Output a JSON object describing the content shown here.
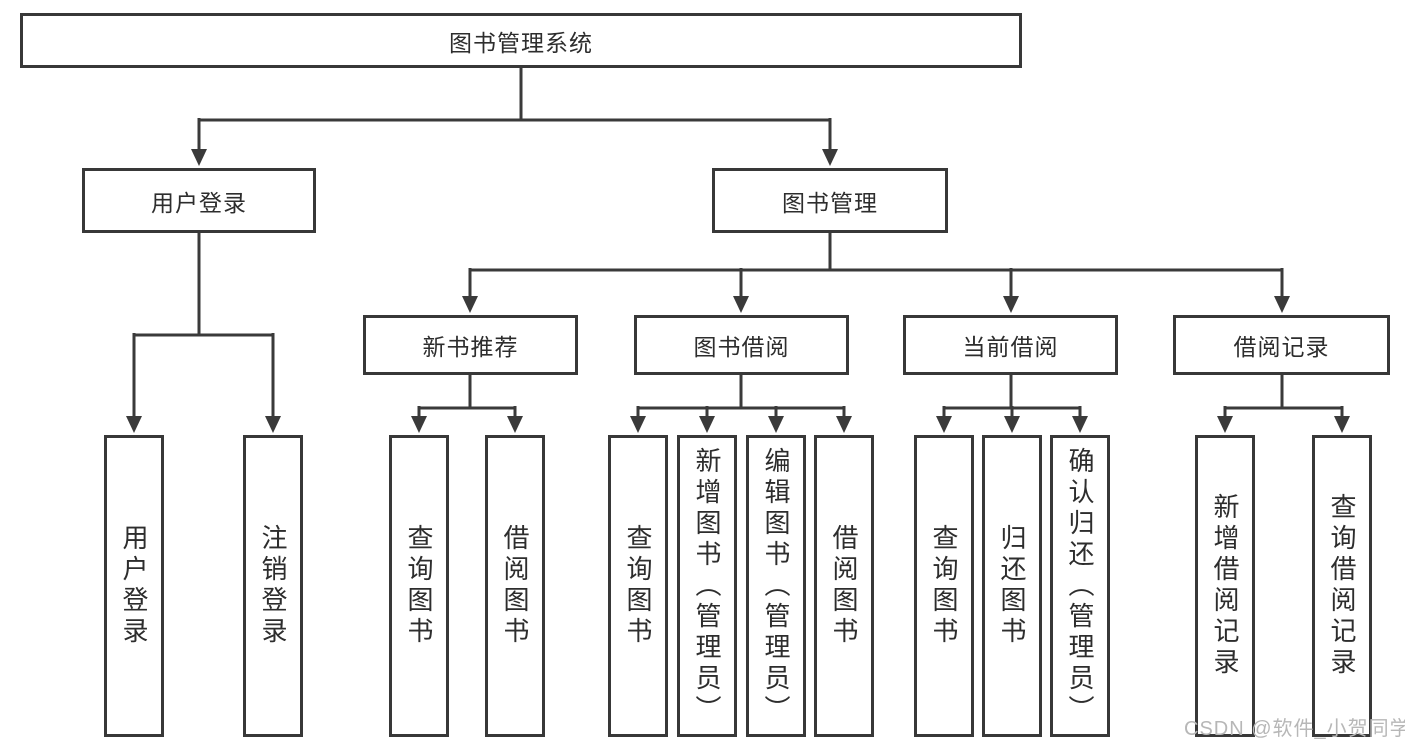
{
  "colors": {
    "line": "#3a3a3a",
    "box_border": "#383838",
    "text": "#2d2d2d",
    "watermark": "#b7b7b7",
    "background": "#ffffff"
  },
  "watermark": {
    "text": "CSDN @软件_小贺同学"
  },
  "tree": {
    "root": {
      "label": "图书管理系统"
    },
    "branches": [
      {
        "label": "用户登录",
        "children": [
          {
            "label": "用户登录"
          },
          {
            "label": "注销登录"
          }
        ]
      },
      {
        "label": "图书管理",
        "children": [
          {
            "label": "新书推荐",
            "children": [
              {
                "label": "查询图书"
              },
              {
                "label": "借阅图书"
              }
            ]
          },
          {
            "label": "图书借阅",
            "children": [
              {
                "label": "查询图书"
              },
              {
                "label": "新增图书（管理员）"
              },
              {
                "label": "编辑图书（管理员）"
              },
              {
                "label": "借阅图书"
              }
            ]
          },
          {
            "label": "当前借阅",
            "children": [
              {
                "label": "查询图书"
              },
              {
                "label": "归还图书"
              },
              {
                "label": "确认归还（管理员）"
              }
            ]
          },
          {
            "label": "借阅记录",
            "children": [
              {
                "label": "新增借阅记录"
              },
              {
                "label": "查询借阅记录"
              }
            ]
          }
        ]
      }
    ]
  }
}
